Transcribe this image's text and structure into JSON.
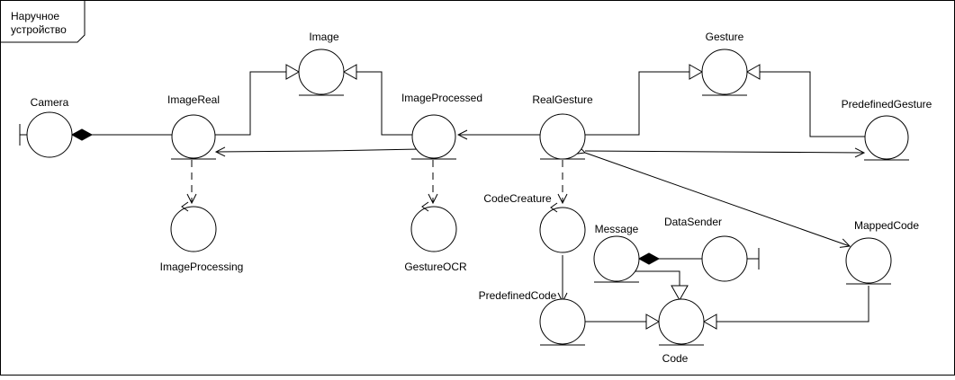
{
  "frame": {
    "label_line1": "Наручное",
    "label_line2": "устройство"
  },
  "nodes": {
    "camera": "Camera",
    "image": "Image",
    "image_real": "ImageReal",
    "image_processed": "ImageProcessed",
    "real_gesture": "RealGesture",
    "gesture": "Gesture",
    "predefined_gesture": "PredefinedGesture",
    "image_processing": "ImageProcessing",
    "gesture_ocr": "GestureOCR",
    "code_creature": "CodeCreature",
    "message": "Message",
    "data_sender": "DataSender",
    "mapped_code": "MappedCode",
    "predefined_code": "PredefinedCode",
    "code": "Code"
  }
}
